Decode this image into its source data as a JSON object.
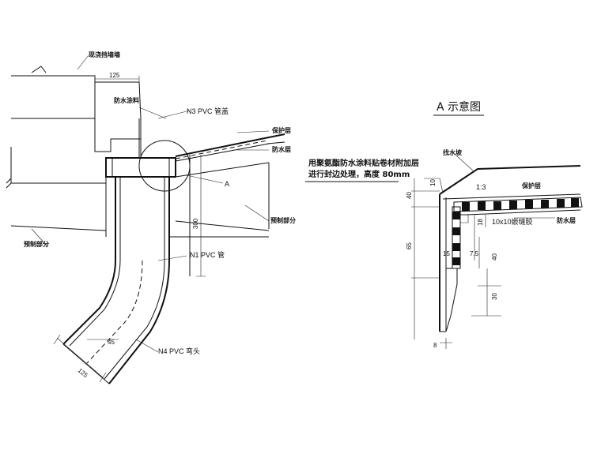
{
  "left_detail": {
    "wall_label": "现浇挡墙墙",
    "coating_label": "防水涂料",
    "n3_label": "N3 PVC 管盖",
    "protect_label": "保护层",
    "waterproof_label": "防水层",
    "callout_a": "A",
    "precast_right_label": "预制部分",
    "precast_left_label": "预制部分",
    "n1_label": "N1 PVC 管",
    "n4_label": "N4 PVC 弯头",
    "dim_125_top": "125",
    "dim_300": "300",
    "dim_125_bottom": "125",
    "dim_45": "45"
  },
  "right_detail": {
    "title": "A 示意图",
    "note_line1": "用聚氨酯防水涂料贴卷材附加层",
    "note_line2": "进行封边处理，高度 80mm",
    "slope_label": "找水坡",
    "protect_label": "保护层",
    "waterproof_label": "防水层",
    "sealant_label": "10x10嵌缝胶",
    "slope_ratio": "1:3",
    "dim_10": "10",
    "dim_40_top": "40",
    "dim_65": "65",
    "dim_18": "18",
    "dim_7_5": "7.5",
    "dim_40_right": "40",
    "dim_15": "15",
    "dim_30": "30",
    "dim_8": "8"
  }
}
